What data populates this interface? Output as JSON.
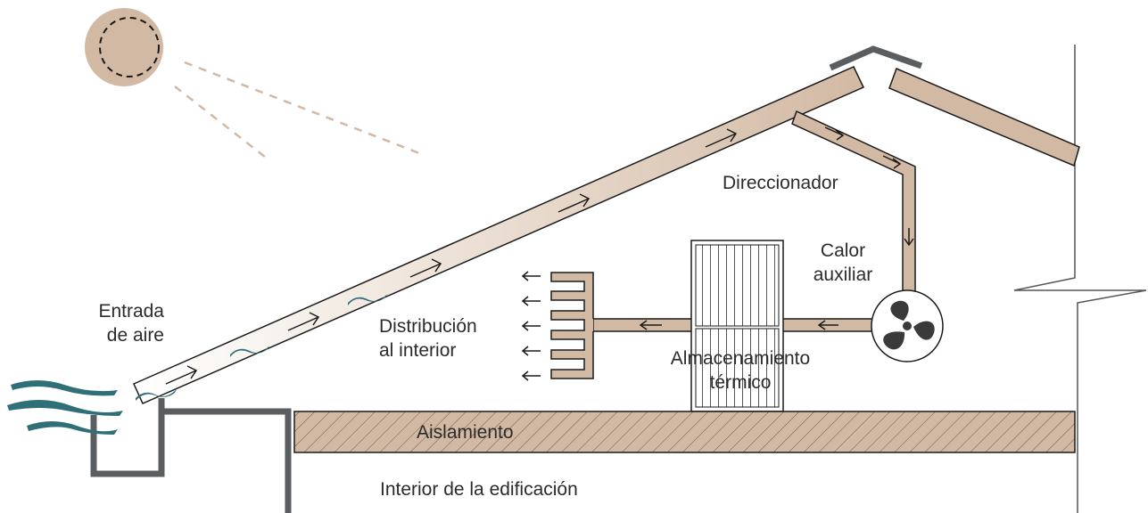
{
  "labels": {
    "inlet_line1": "Entrada",
    "inlet_line2": "de aire",
    "diverter": "Direccionador",
    "aux_heat_line1": "Calor",
    "aux_heat_line2": "auxiliar",
    "distribution_line1": "Distribución",
    "distribution_line2": "al interior",
    "storage_line1": "Almacenamiento",
    "storage_line2": "térmico",
    "insulation": "Aislamiento",
    "building_interior": "Interior de la edificación"
  },
  "colors": {
    "duct": "#d2b9a3",
    "duct_outline": "#3a3a3a",
    "sun": "#d2b9a3",
    "sun_rays": "#d2b9a3",
    "wind": "#2f6f77",
    "wall": "#5b5e60",
    "insulation_fill": "#d2b9a3",
    "fan": "#3a3a3a"
  },
  "icons": [
    "sun-icon",
    "fan-icon",
    "wind-icon",
    "arrow-icon"
  ]
}
